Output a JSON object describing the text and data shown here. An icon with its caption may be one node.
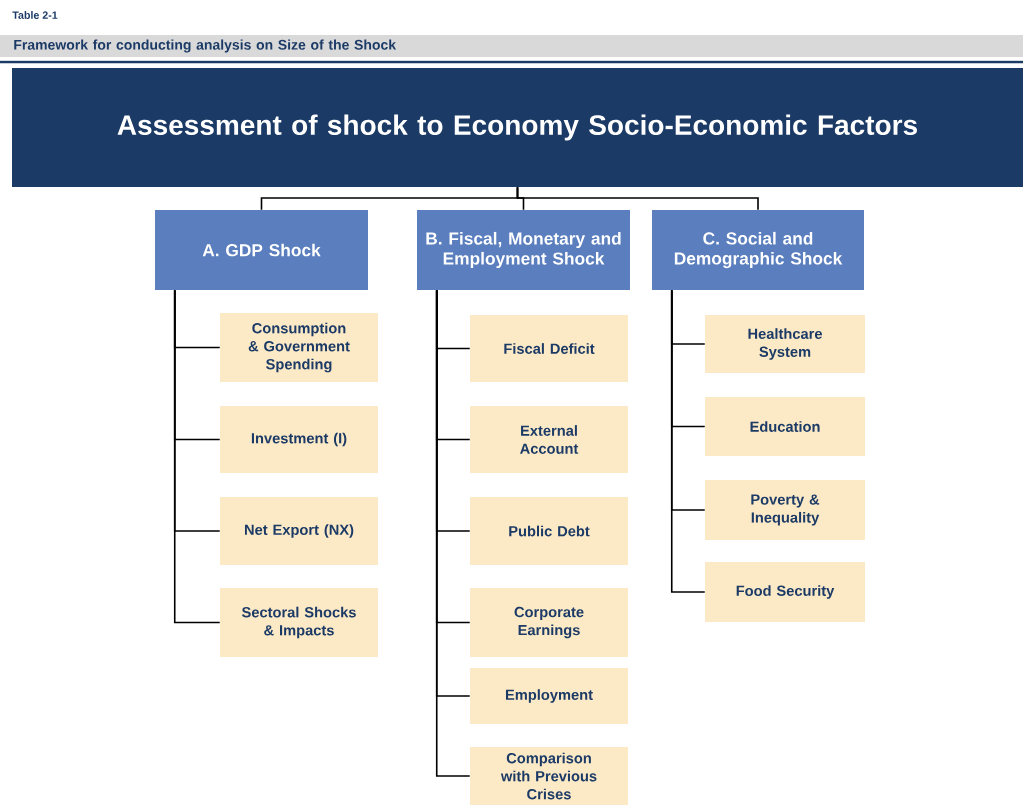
{
  "diagram": {
    "nodes": [
      {
        "text": [
          "Framework for conducting analysis on Size of the Shock"
        ]
      },
      {
        "text": [
          "Assessment of shock to Economy Socio-Economic Factors"
        ]
      },
      {
        "text": [
          "A. GDP Shock"
        ]
      },
      {
        "text": [
          "B. Fiscal, Monetary and Employment Shock"
        ]
      },
      {
        "text": [
          "C. Social and Demographic Shock"
        ]
      },
      {
        "text": [
          "Consumption & Government Spending"
        ]
      },
      {
        "text": [
          "Investment (I)"
        ]
      },
      {
        "text": [
          "Net Export (NX)"
        ]
      },
      {
        "text": [
          "Sectoral Shocks & Impacts"
        ]
      },
      {
        "text": [
          "Fiscal Deficit"
        ]
      },
      {
        "text": [
          "External Account"
        ]
      },
      {
        "text": [
          "Public Debt"
        ]
      },
      {
        "text": [
          "Corporate Earnings"
        ]
      },
      {
        "text": [
          "Employment"
        ]
      },
      {
        "text": [
          "Comparison with Previous Crises"
        ]
      },
      {
        "text": [
          "Healthcare System"
        ]
      },
      {
        "text": [
          "Education"
        ]
      },
      {
        "text": [
          "Poverty & Inequality"
        ]
      },
      {
        "text": [
          "Food Security"
        ]
      }
    ],
    "edges": [
      {
        "from": 1,
        "to": 2,
        "arrow": "none"
      },
      {
        "from": 1,
        "to": 3,
        "arrow": "none"
      },
      {
        "from": 1,
        "to": 4,
        "arrow": "none"
      },
      {
        "from": 2,
        "to": 5,
        "arrow": "none"
      },
      {
        "from": 2,
        "to": 6,
        "arrow": "none"
      },
      {
        "from": 2,
        "to": 7,
        "arrow": "none"
      },
      {
        "from": 2,
        "to": 8,
        "arrow": "none"
      },
      {
        "from": 3,
        "to": 9,
        "arrow": "none"
      },
      {
        "from": 3,
        "to": 10,
        "arrow": "none"
      },
      {
        "from": 3,
        "to": 11,
        "arrow": "none"
      },
      {
        "from": 3,
        "to": 12,
        "arrow": "none"
      },
      {
        "from": 3,
        "to": 13,
        "arrow": "none"
      },
      {
        "from": 3,
        "to": 14,
        "arrow": "none"
      },
      {
        "from": 4,
        "to": 15,
        "arrow": "none"
      },
      {
        "from": 4,
        "to": 16,
        "arrow": "none"
      },
      {
        "from": 4,
        "to": 17,
        "arrow": "none"
      },
      {
        "from": 4,
        "to": 18,
        "arrow": "none"
      }
    ],
    "labels": [
      "Table 2-1"
    ]
  }
}
